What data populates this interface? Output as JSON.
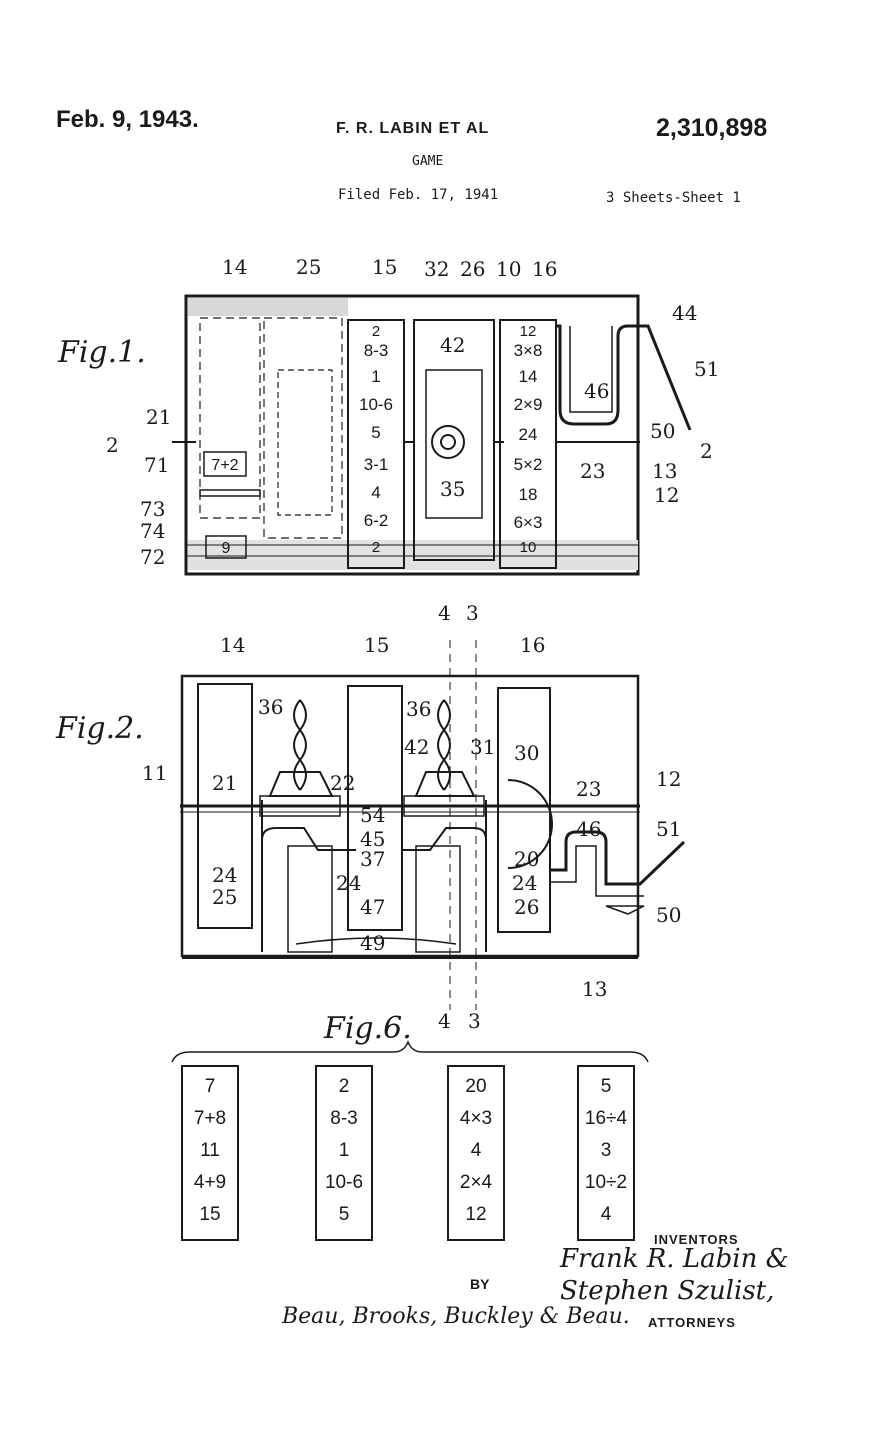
{
  "header": {
    "date": "Feb. 9, 1943.",
    "inventor_short": "F. R. LABIN ET AL",
    "patent_number": "2,310,898",
    "title": "GAME",
    "filed": "Filed Feb. 17, 1941",
    "sheet": "3 Sheets-Sheet 1"
  },
  "fig1": {
    "title": "Fig.1.",
    "refs": [
      "14",
      "25",
      "15",
      "32",
      "26",
      "10",
      "16",
      "44",
      "51",
      "46",
      "50",
      "2",
      "23",
      "13",
      "12",
      "21",
      "2",
      "71",
      "73",
      "74",
      "72",
      "42",
      "35"
    ],
    "strip15": [
      "2",
      "8-3",
      "1",
      "10-6",
      "5",
      "3-1",
      "4",
      "6-2",
      "2"
    ],
    "strip16": [
      "12",
      "3×8",
      "14",
      "2×9",
      "24",
      "5×2",
      "18",
      "6×3",
      "10"
    ],
    "boxes": [
      "7+2",
      "9"
    ]
  },
  "fig2": {
    "title": "Fig.2.",
    "refs": [
      "14",
      "15",
      "4",
      "3",
      "16",
      "36",
      "36",
      "42",
      "31",
      "30",
      "11",
      "21",
      "22",
      "54",
      "45",
      "37",
      "23",
      "12",
      "46",
      "51",
      "20",
      "24",
      "24",
      "24",
      "47",
      "26",
      "25",
      "50",
      "49",
      "4",
      "3",
      "13"
    ]
  },
  "fig6": {
    "title": "Fig.6.",
    "section_refs": [
      "4",
      "3"
    ],
    "strips": [
      [
        "7",
        "7+8",
        "11",
        "4+9",
        "15"
      ],
      [
        "2",
        "8-3",
        "1",
        "10-6",
        "5"
      ],
      [
        "20",
        "4×3",
        "4",
        "2×4",
        "12"
      ],
      [
        "5",
        "16÷4",
        "3",
        "10÷2",
        "4"
      ]
    ]
  },
  "footer": {
    "inventors_label": "INVENTORS",
    "inventor_line1": "Frank R. Labin &",
    "inventor_line2": "Stephen Szulist,",
    "by_label": "BY",
    "attorneys_signature": "Beau, Brooks, Buckley & Beau.",
    "attorneys_label": "ATTORNEYS"
  }
}
